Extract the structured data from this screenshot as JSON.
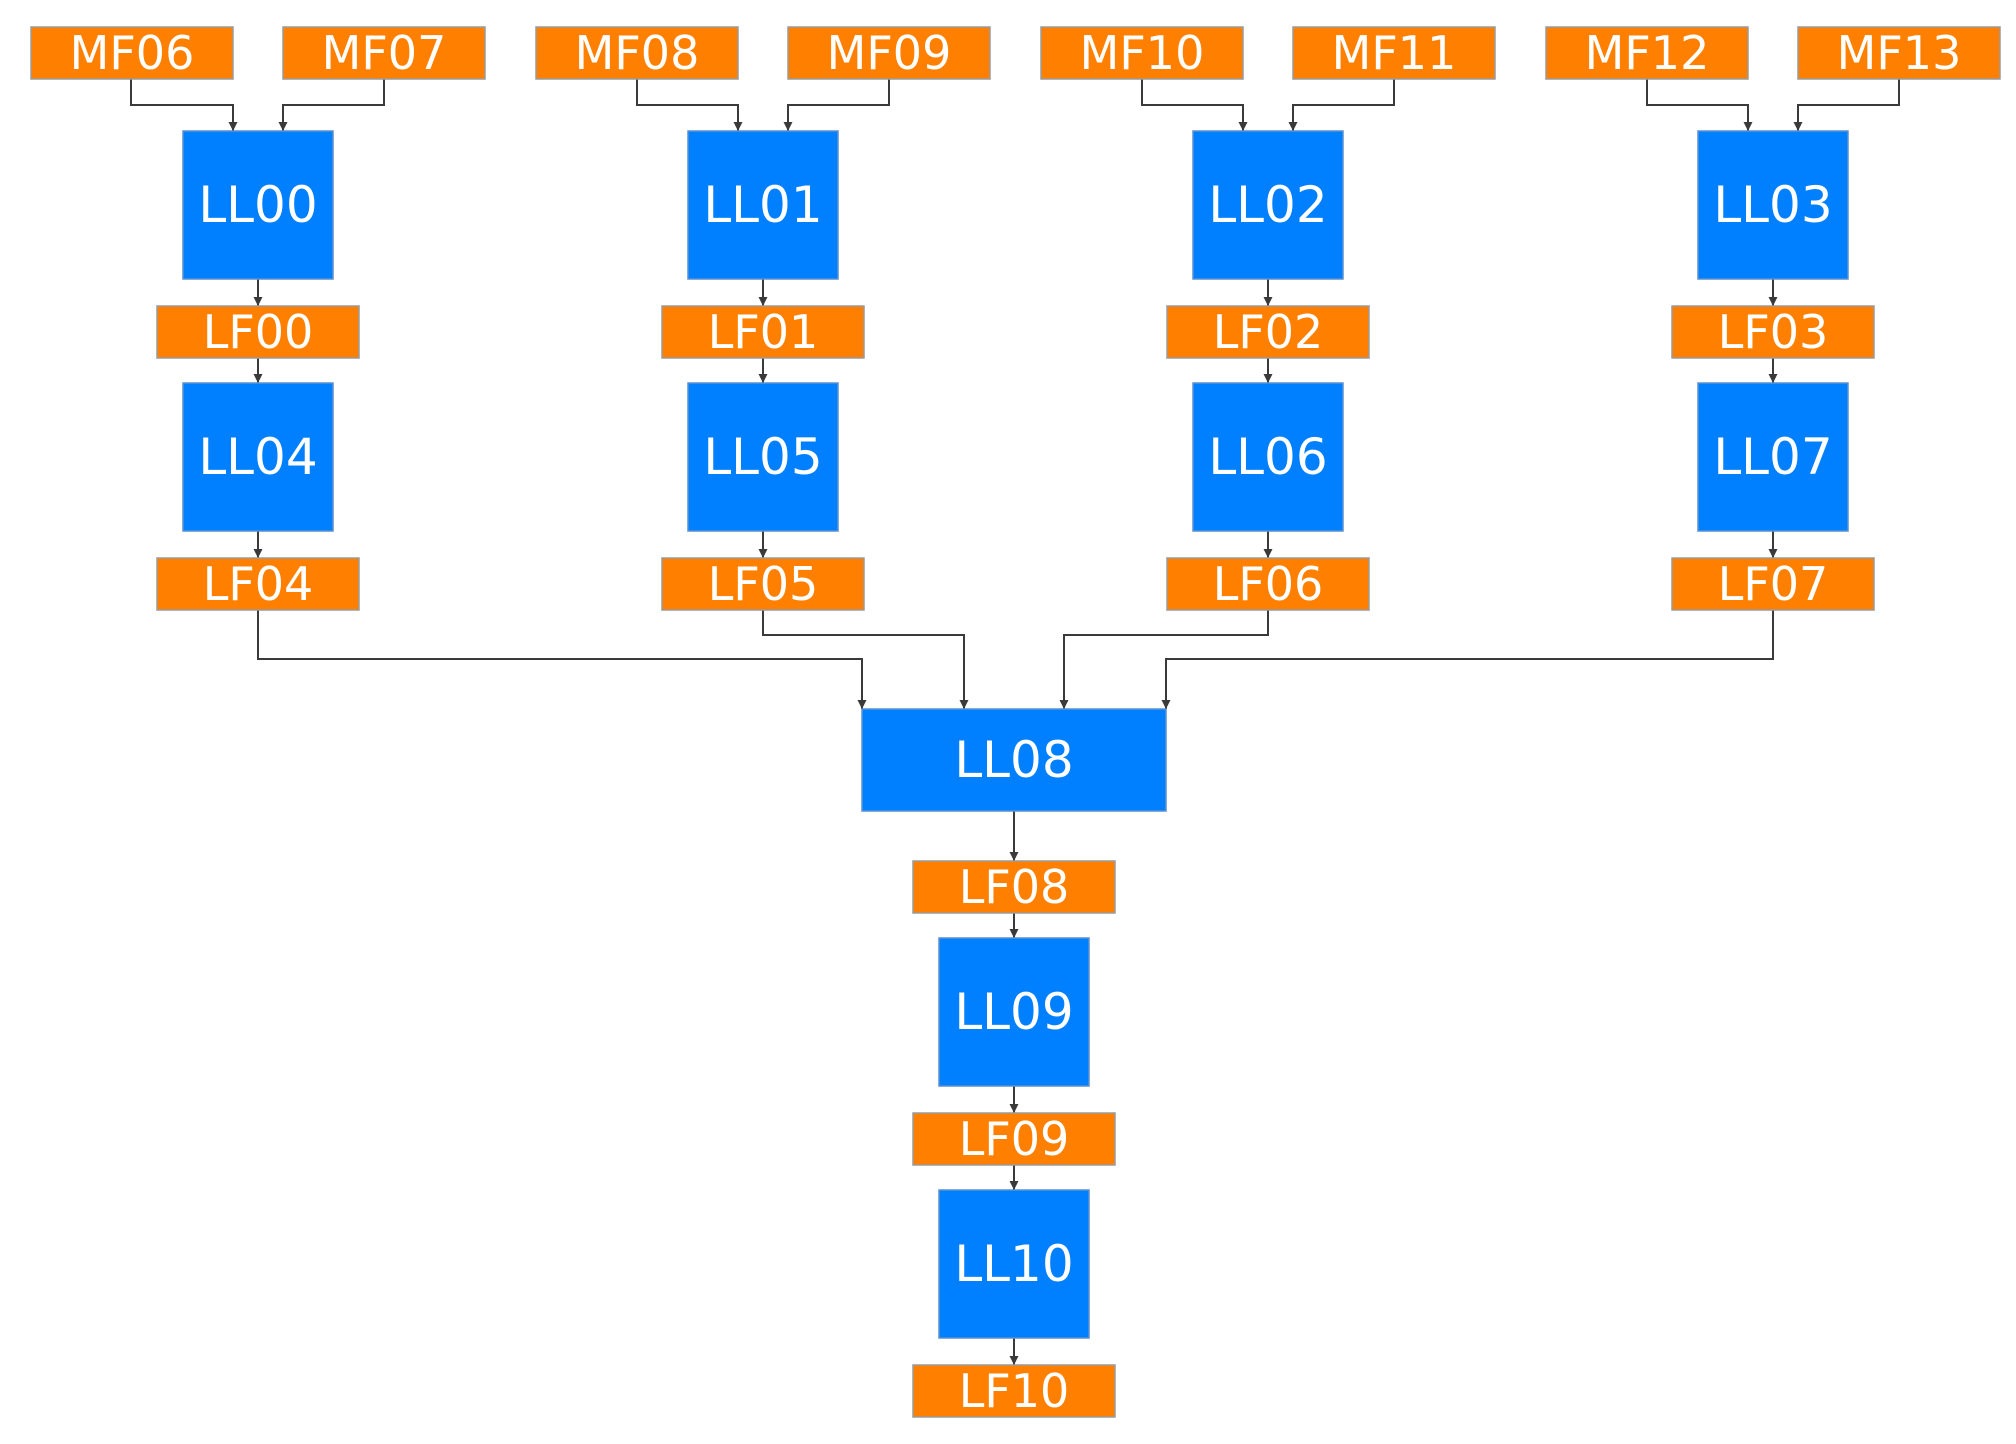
{
  "diagram": {
    "colors": {
      "flow_box": "#ff8000",
      "process_box": "#0080ff",
      "connector": "#3a3a3a",
      "label_text": "#ffffff"
    },
    "nodes": [
      {
        "id": "MF06",
        "label": "MF06",
        "kind": "flow"
      },
      {
        "id": "MF07",
        "label": "MF07",
        "kind": "flow"
      },
      {
        "id": "MF08",
        "label": "MF08",
        "kind": "flow"
      },
      {
        "id": "MF09",
        "label": "MF09",
        "kind": "flow"
      },
      {
        "id": "MF10",
        "label": "MF10",
        "kind": "flow"
      },
      {
        "id": "MF11",
        "label": "MF11",
        "kind": "flow"
      },
      {
        "id": "MF12",
        "label": "MF12",
        "kind": "flow"
      },
      {
        "id": "MF13",
        "label": "MF13",
        "kind": "flow"
      },
      {
        "id": "LL00",
        "label": "LL00",
        "kind": "process"
      },
      {
        "id": "LL01",
        "label": "LL01",
        "kind": "process"
      },
      {
        "id": "LL02",
        "label": "LL02",
        "kind": "process"
      },
      {
        "id": "LL03",
        "label": "LL03",
        "kind": "process"
      },
      {
        "id": "LF00",
        "label": "LF00",
        "kind": "flow"
      },
      {
        "id": "LF01",
        "label": "LF01",
        "kind": "flow"
      },
      {
        "id": "LF02",
        "label": "LF02",
        "kind": "flow"
      },
      {
        "id": "LF03",
        "label": "LF03",
        "kind": "flow"
      },
      {
        "id": "LL04",
        "label": "LL04",
        "kind": "process"
      },
      {
        "id": "LL05",
        "label": "LL05",
        "kind": "process"
      },
      {
        "id": "LL06",
        "label": "LL06",
        "kind": "process"
      },
      {
        "id": "LL07",
        "label": "LL07",
        "kind": "process"
      },
      {
        "id": "LF04",
        "label": "LF04",
        "kind": "flow"
      },
      {
        "id": "LF05",
        "label": "LF05",
        "kind": "flow"
      },
      {
        "id": "LF06",
        "label": "LF06",
        "kind": "flow"
      },
      {
        "id": "LF07",
        "label": "LF07",
        "kind": "flow"
      },
      {
        "id": "LL08",
        "label": "LL08",
        "kind": "process"
      },
      {
        "id": "LF08",
        "label": "LF08",
        "kind": "flow"
      },
      {
        "id": "LL09",
        "label": "LL09",
        "kind": "process"
      },
      {
        "id": "LF09",
        "label": "LF09",
        "kind": "flow"
      },
      {
        "id": "LL10",
        "label": "LL10",
        "kind": "process"
      },
      {
        "id": "LF10",
        "label": "LF10",
        "kind": "flow"
      }
    ],
    "edges": [
      {
        "from": "MF06",
        "to": "LL00"
      },
      {
        "from": "MF07",
        "to": "LL00"
      },
      {
        "from": "MF08",
        "to": "LL01"
      },
      {
        "from": "MF09",
        "to": "LL01"
      },
      {
        "from": "MF10",
        "to": "LL02"
      },
      {
        "from": "MF11",
        "to": "LL02"
      },
      {
        "from": "MF12",
        "to": "LL03"
      },
      {
        "from": "MF13",
        "to": "LL03"
      },
      {
        "from": "LL00",
        "to": "LF00"
      },
      {
        "from": "LL01",
        "to": "LF01"
      },
      {
        "from": "LL02",
        "to": "LF02"
      },
      {
        "from": "LL03",
        "to": "LF03"
      },
      {
        "from": "LF00",
        "to": "LL04"
      },
      {
        "from": "LF01",
        "to": "LL05"
      },
      {
        "from": "LF02",
        "to": "LL06"
      },
      {
        "from": "LF03",
        "to": "LL07"
      },
      {
        "from": "LL04",
        "to": "LF04"
      },
      {
        "from": "LL05",
        "to": "LF05"
      },
      {
        "from": "LL06",
        "to": "LF06"
      },
      {
        "from": "LL07",
        "to": "LF07"
      },
      {
        "from": "LF04",
        "to": "LL08"
      },
      {
        "from": "LF05",
        "to": "LL08"
      },
      {
        "from": "LF06",
        "to": "LL08"
      },
      {
        "from": "LF07",
        "to": "LL08"
      },
      {
        "from": "LL08",
        "to": "LF08"
      },
      {
        "from": "LF08",
        "to": "LL09"
      },
      {
        "from": "LL09",
        "to": "LF09"
      },
      {
        "from": "LF09",
        "to": "LL10"
      },
      {
        "from": "LL10",
        "to": "LF10"
      }
    ]
  }
}
